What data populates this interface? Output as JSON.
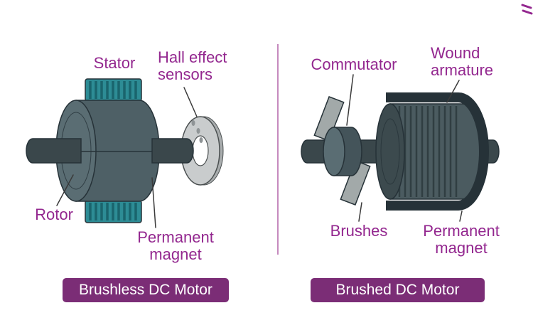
{
  "colors": {
    "page_bg": "#ffffff",
    "label_text": "#93278f",
    "badge_bg": "#7b2d76",
    "badge_text": "#ffffff",
    "divider": "#b264a8",
    "outline": "#263238",
    "pointer_line": "#3a3a3a",
    "shaft": "#3a474b",
    "motor_body": "#4e6066",
    "motor_face": "#5a6d73",
    "commutator": "#44545a",
    "armature_body": "#4b5b60",
    "armature_face": "#3c4a4e",
    "slot_line": "#303e42",
    "stator_teal": "#2d8c95",
    "stator_stripe": "#1a646d",
    "sensor_ring": "#c9cccd",
    "sensor_ring_side": "#a9adae",
    "ring_outline": "#4a4f50",
    "ring_dot": "#8f9496",
    "shell_dark": "#263238",
    "brush_gray": "#a2a9a9"
  },
  "decorations": {
    "corner_icon": "double-chevron-marks"
  },
  "left_panel": {
    "labels": {
      "stator": "Stator",
      "hall_sensors": [
        "Hall effect",
        "sensors"
      ],
      "rotor": "Rotor",
      "permanent_magnet": [
        "Permanent",
        "magnet"
      ]
    },
    "caption": "Brushless DC Motor"
  },
  "right_panel": {
    "labels": {
      "commutator": "Commutator",
      "wound_armature": [
        "Wound",
        "armature"
      ],
      "brushes": "Brushes",
      "permanent_magnet": [
        "Permanent",
        "magnet"
      ]
    },
    "caption": "Brushed DC Motor"
  }
}
